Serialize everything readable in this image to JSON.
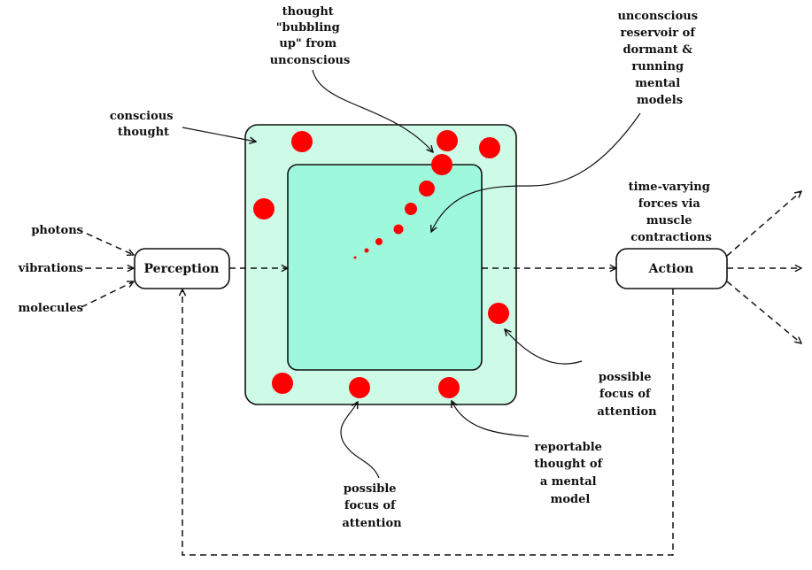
{
  "colors": {
    "outer_fill": "#cdfbe7",
    "inner_fill": "#9ef8dc",
    "thought_dot": "#ff0000",
    "stroke": "#111111"
  },
  "nodes": {
    "perception": "Perception",
    "action": "Action"
  },
  "inputs": [
    "photons",
    "vibrations",
    "molecules"
  ],
  "labels": {
    "conscious_thought": [
      "conscious",
      "thought"
    ],
    "bubbling": [
      "thought",
      "\"bubbling",
      "up\" from",
      "unconscious"
    ],
    "reservoir": [
      "unconscious",
      "reservoir of",
      "dormant &",
      "running",
      "mental",
      "models"
    ],
    "forces": [
      "time-varying",
      "forces via",
      "muscle",
      "contractions"
    ],
    "focus_right": [
      "possible",
      "focus of",
      "attention"
    ],
    "reportable": [
      "reportable",
      "thought of",
      "a mental",
      "model"
    ],
    "focus_bottom": [
      "possible",
      "focus of",
      "attention"
    ]
  }
}
